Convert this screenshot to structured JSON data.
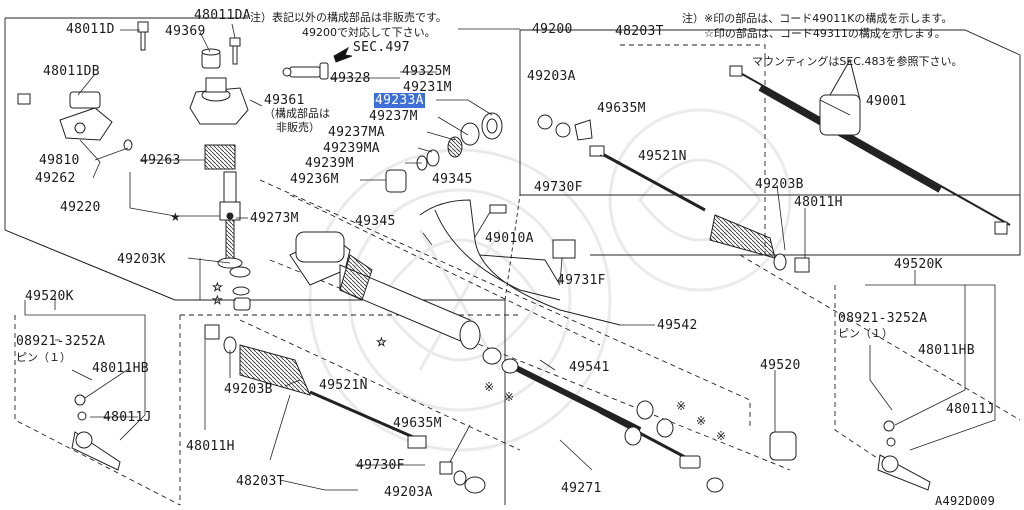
{
  "diagram": {
    "code": "A492D009",
    "notes": {
      "top_center_1": "注）表記以外の構成部品は非販売です。",
      "top_center_2": "49200で対応して下さい。",
      "top_right_1": "注）※印の部品は、コード49011Kの構成を示します。",
      "top_right_2": "☆印の部品は、コード49311の構成を示します。",
      "mount_note": "マウンティングはSEC.483を参照下さい。",
      "not_sold_1": "（構成部品は",
      "not_sold_2": "非販売）",
      "pin_left": "ピン（１）",
      "pin_right": "ピン（１）"
    },
    "sec_ref": "SEC.497",
    "labels": {
      "p48011D": "48011D",
      "p48011DA": "48011DA",
      "p49369": "49369",
      "p49200": "49200",
      "p48203T_top": "48203T",
      "p48011DB": "48011DB",
      "p49328": "49328",
      "p49325M": "49325M",
      "p49231M": "49231M",
      "p49233A": "49233A",
      "p49237M": "49237M",
      "p49237MA": "49237MA",
      "p49239MA": "49239MA",
      "p49239M": "49239M",
      "p49236M": "49236M",
      "p49361": "49361",
      "p49810": "49810",
      "p49262": "49262",
      "p49263": "49263",
      "p49220": "49220",
      "p49273M": "49273M",
      "p49203K": "49203K",
      "p49345_a": "49345",
      "p49345_b": "49345",
      "p49010A": "49010A",
      "p49731F": "49731F",
      "p49203A_top": "49203A",
      "p49635M_top": "49635M",
      "p49730F_top": "49730F",
      "p49521N_top": "49521N",
      "p49203B_right": "49203B",
      "p48011H_right": "48011H",
      "p49001": "49001",
      "p49520K_right": "49520K",
      "p08921_right": "08921-3252A",
      "p48011HB_right": "48011HB",
      "p48011J_right": "48011J",
      "p49520K_left": "49520K",
      "p08921_left": "08921-3252A",
      "p48011HB_left": "48011HB",
      "p48011J_left": "48011J",
      "p48011H_left": "48011H",
      "p49203B_left": "49203B",
      "p49521N_bottom": "49521N",
      "p49635M_bottom": "49635M",
      "p49730F_bottom": "49730F",
      "p48203T_bottom": "48203T",
      "p49203A_bottom": "49203A",
      "p49542": "49542",
      "p49541": "49541",
      "p49520": "49520",
      "p49271": "49271"
    }
  }
}
